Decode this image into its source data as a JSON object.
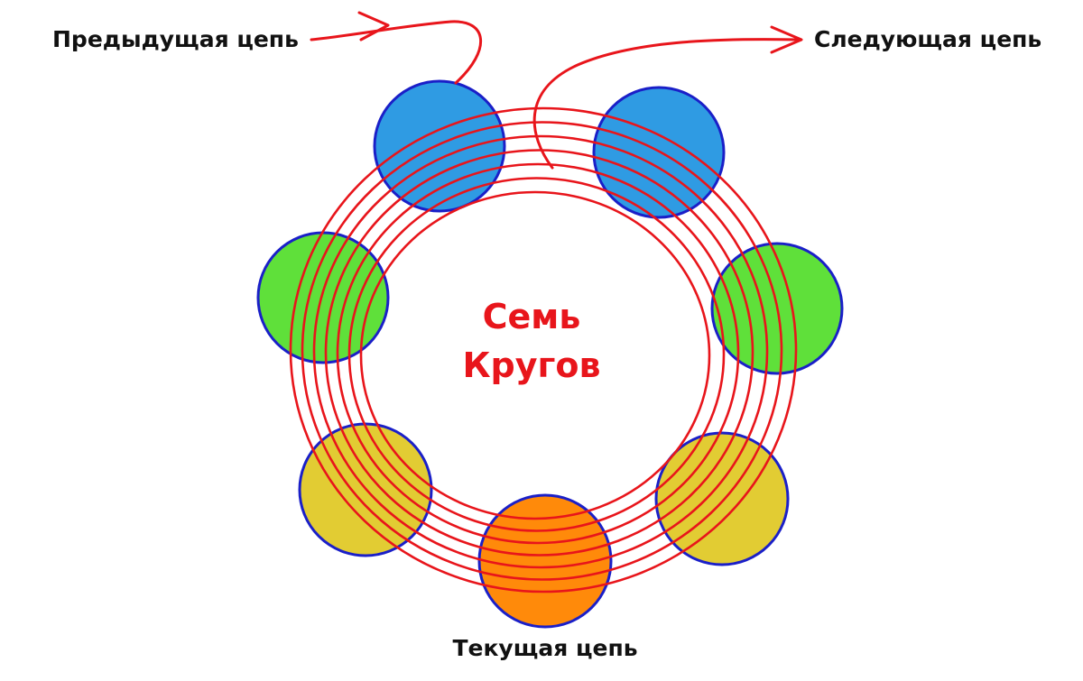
{
  "labels": {
    "previous_chain": "Предыдущая цепь",
    "next_chain": "Следующая цепь",
    "current_chain": "Текущая цепь",
    "center_line1": "Семь",
    "center_line2": "Кругов"
  },
  "colors": {
    "ring": "#e8151b",
    "planet_outline": "#1a1fc8",
    "blue_planet": "#2f9be3",
    "green_planet": "#5fe03a",
    "yellow_planet": "#e2cc33",
    "orange_planet": "#ff8a0a",
    "label_text": "#111111",
    "center_text": "#e8151b"
  },
  "planets": [
    {
      "id": "blue-top-left",
      "color": "blue_planet"
    },
    {
      "id": "blue-top-right",
      "color": "blue_planet"
    },
    {
      "id": "green-left",
      "color": "green_planet"
    },
    {
      "id": "green-right",
      "color": "green_planet"
    },
    {
      "id": "yellow-bottom-left",
      "color": "yellow_planet"
    },
    {
      "id": "yellow-bottom-right",
      "color": "yellow_planet"
    },
    {
      "id": "orange-bottom",
      "color": "orange_planet"
    }
  ],
  "ring_count": 7
}
